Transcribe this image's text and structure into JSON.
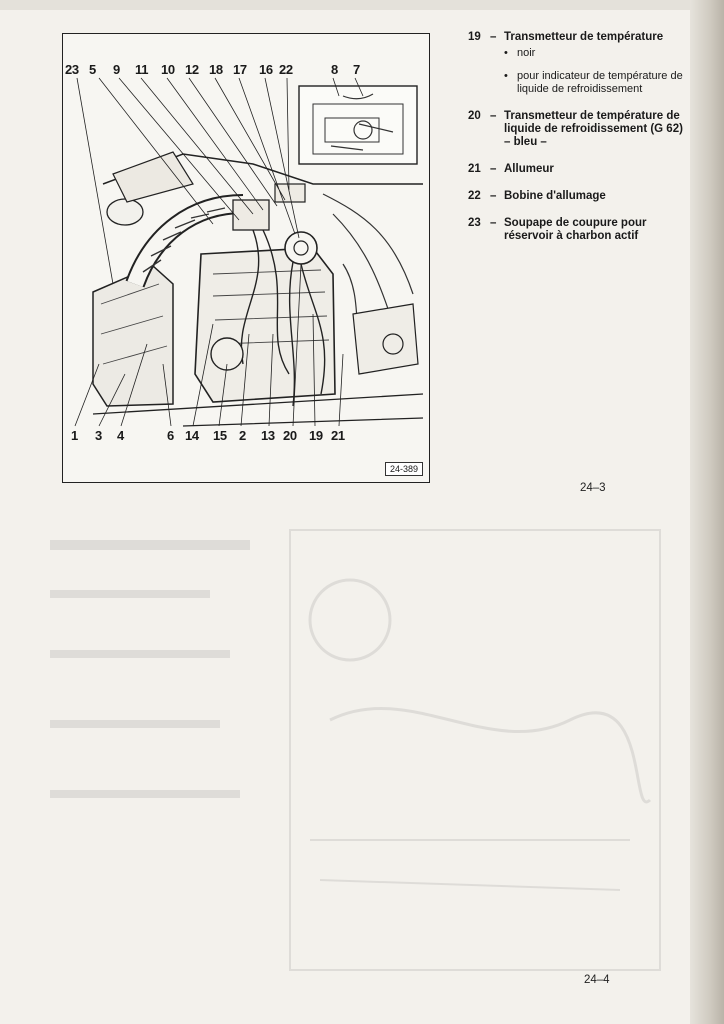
{
  "figure": {
    "code": "24-389",
    "top_callouts": [
      "23",
      "5",
      "9",
      "11",
      "10",
      "12",
      "18",
      "17",
      "16",
      "22",
      "8",
      "7"
    ],
    "bottom_callouts": [
      "1",
      "3",
      "4",
      "6",
      "14",
      "15",
      "2",
      "13",
      "20",
      "19",
      "21"
    ]
  },
  "legend": [
    {
      "num": "19",
      "title": "Transmetteur de température",
      "subs": [
        "noir",
        "pour indicateur de température de liquide de refroidissement"
      ]
    },
    {
      "num": "20",
      "title": "Transmetteur de température de liquide de refroidissement (G 62) – bleu –",
      "subs": []
    },
    {
      "num": "21",
      "title": "Allumeur",
      "subs": []
    },
    {
      "num": "22",
      "title": "Bobine d'allumage",
      "subs": []
    },
    {
      "num": "23",
      "title": "Soupape de coupure pour réservoir à charbon actif",
      "subs": []
    }
  ],
  "page_numbers": {
    "upper": "24–3",
    "lower": "24–4"
  },
  "colors": {
    "paper": "#f3f1ec",
    "ink": "#1a1a1a"
  }
}
